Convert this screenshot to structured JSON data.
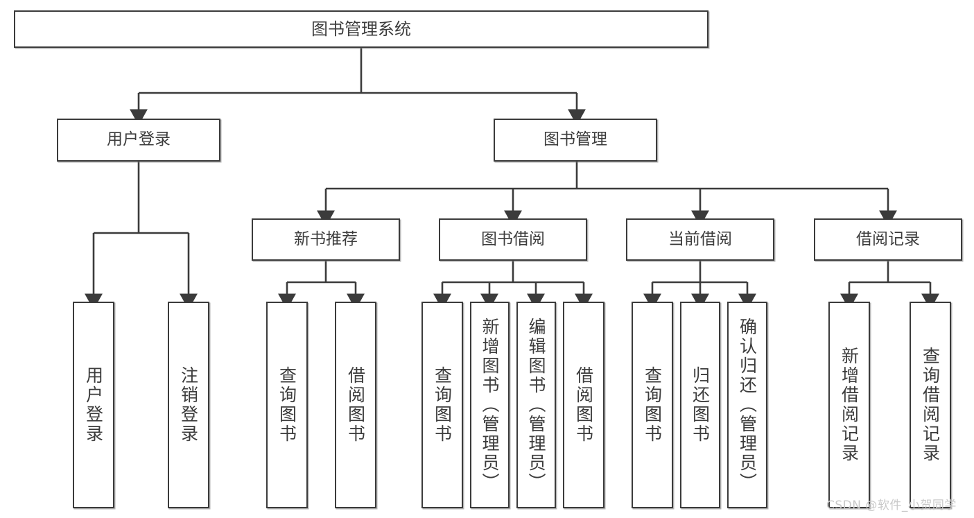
{
  "diagram": {
    "title": "图书管理系统",
    "type": "tree-hierarchy-diagram",
    "watermark": "CSDN @软件_小贺同学",
    "style": {
      "box_fill": "#ffffff",
      "box_border": "#3b3b3b",
      "text_color": "#3c3c3c",
      "connector_color": "#3b3b3b",
      "background": "#ffffff",
      "watermark_color": "#c9c9c9"
    },
    "nodes": {
      "root": {
        "label": "图书管理系统"
      },
      "level2": [
        {
          "label": "用户登录"
        },
        {
          "label": "图书管理"
        }
      ],
      "level3": [
        {
          "label": "新书推荐"
        },
        {
          "label": "图书借阅"
        },
        {
          "label": "当前借阅"
        },
        {
          "label": "借阅记录"
        }
      ],
      "leaves": {
        "user_login": [
          {
            "label": "用户登录"
          },
          {
            "label": "注销登录"
          }
        ],
        "new_book_recommend": [
          {
            "label": "查询图书"
          },
          {
            "label": "借阅图书"
          }
        ],
        "book_borrow": [
          {
            "label": "查询图书"
          },
          {
            "label": "新增图书（管理员）"
          },
          {
            "label": "编辑图书（管理员）"
          },
          {
            "label": "借阅图书"
          }
        ],
        "current_borrow": [
          {
            "label": "查询图书"
          },
          {
            "label": "归还图书"
          },
          {
            "label": "确认归还（管理员）"
          }
        ],
        "borrow_record": [
          {
            "label": "新增借阅记录"
          },
          {
            "label": "查询借阅记录"
          }
        ]
      }
    }
  }
}
